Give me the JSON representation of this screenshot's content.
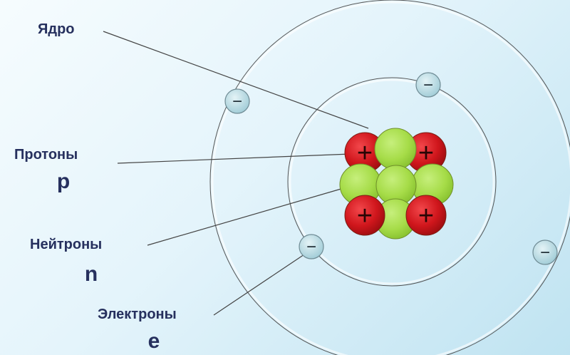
{
  "labels": {
    "nucleus": {
      "name": "Ядро"
    },
    "protons": {
      "name": "Протоны",
      "symbol": "p"
    },
    "neutrons": {
      "name": "Нейтроны",
      "symbol": "n"
    },
    "electrons": {
      "name": "Электроны",
      "symbol": "e"
    }
  },
  "signs": {
    "electron": "−",
    "proton": "+"
  },
  "colors": {
    "text": "#26305e",
    "proton": "#d0161c",
    "neutron": "#a6dc48",
    "electron": "#b9dce4",
    "orbit": "#555555",
    "leader": "#444444"
  }
}
